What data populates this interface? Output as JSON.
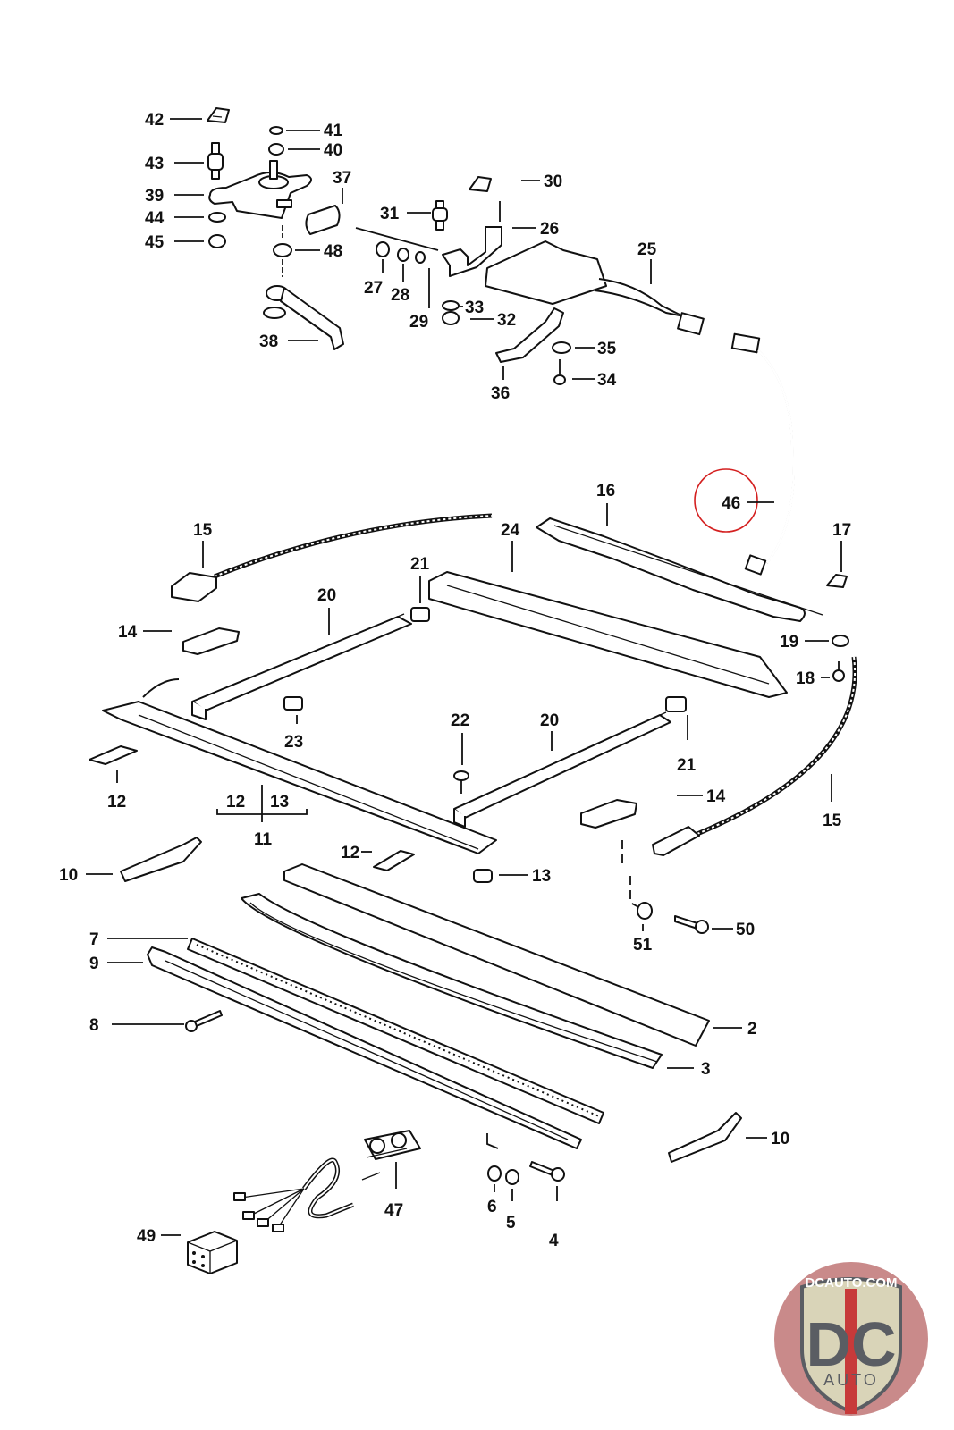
{
  "diagram": {
    "type": "exploded parts diagram",
    "subject": "sunroof assembly",
    "highlighted_part": "46",
    "highlight_color": "#d42020",
    "callouts": [
      {
        "id": "c42",
        "text": "42"
      },
      {
        "id": "c41",
        "text": "41"
      },
      {
        "id": "c40",
        "text": "40"
      },
      {
        "id": "c43",
        "text": "43"
      },
      {
        "id": "c39",
        "text": "39"
      },
      {
        "id": "c37",
        "text": "37"
      },
      {
        "id": "c44",
        "text": "44"
      },
      {
        "id": "c45",
        "text": "45"
      },
      {
        "id": "c48",
        "text": "48"
      },
      {
        "id": "c38",
        "text": "38"
      },
      {
        "id": "c30",
        "text": "30"
      },
      {
        "id": "c31",
        "text": "31"
      },
      {
        "id": "c26",
        "text": "26"
      },
      {
        "id": "c25",
        "text": "25"
      },
      {
        "id": "c27",
        "text": "27"
      },
      {
        "id": "c28",
        "text": "28"
      },
      {
        "id": "c29",
        "text": "29"
      },
      {
        "id": "c33",
        "text": "33"
      },
      {
        "id": "c32",
        "text": "32"
      },
      {
        "id": "c36",
        "text": "36"
      },
      {
        "id": "c35",
        "text": "35"
      },
      {
        "id": "c34",
        "text": "34"
      },
      {
        "id": "c46",
        "text": "46"
      },
      {
        "id": "c16",
        "text": "16"
      },
      {
        "id": "c15a",
        "text": "15"
      },
      {
        "id": "c24",
        "text": "24"
      },
      {
        "id": "c17",
        "text": "17"
      },
      {
        "id": "c21a",
        "text": "21"
      },
      {
        "id": "c20a",
        "text": "20"
      },
      {
        "id": "c14a",
        "text": "14"
      },
      {
        "id": "c19",
        "text": "19"
      },
      {
        "id": "c18",
        "text": "18"
      },
      {
        "id": "c23",
        "text": "23"
      },
      {
        "id": "c22",
        "text": "22"
      },
      {
        "id": "c20b",
        "text": "20"
      },
      {
        "id": "c21b",
        "text": "21"
      },
      {
        "id": "c12a",
        "text": "12"
      },
      {
        "id": "c12b",
        "text": "12"
      },
      {
        "id": "c13a",
        "text": "13"
      },
      {
        "id": "c11",
        "text": "11"
      },
      {
        "id": "c14b",
        "text": "14"
      },
      {
        "id": "c15b",
        "text": "15"
      },
      {
        "id": "c10a",
        "text": "10"
      },
      {
        "id": "c12c",
        "text": "12"
      },
      {
        "id": "c13b",
        "text": "13"
      },
      {
        "id": "c51",
        "text": "51"
      },
      {
        "id": "c50",
        "text": "50"
      },
      {
        "id": "c7",
        "text": "7"
      },
      {
        "id": "c2",
        "text": "2"
      },
      {
        "id": "c3",
        "text": "3"
      },
      {
        "id": "c9",
        "text": "9"
      },
      {
        "id": "c8",
        "text": "8"
      },
      {
        "id": "c10b",
        "text": "10"
      },
      {
        "id": "c6",
        "text": "6"
      },
      {
        "id": "c5",
        "text": "5"
      },
      {
        "id": "c4",
        "text": "4"
      },
      {
        "id": "c47",
        "text": "47"
      },
      {
        "id": "c49",
        "text": "49"
      }
    ]
  },
  "watermark": {
    "top_text": "DCAUTO.COM",
    "main_text": "DC",
    "sub_text": "AUTO",
    "circle_color": "#c98a8a",
    "shield_color": "#d9d4b8",
    "letter_color": "#5a5d63",
    "stripe_color": "#c73a3a"
  }
}
